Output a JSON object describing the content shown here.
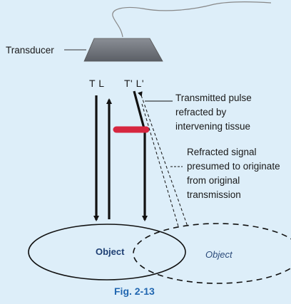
{
  "labels": {
    "transducer": "Transducer",
    "tl_left": "T L",
    "tl_right": "T' L'",
    "transmitted": [
      "Transmitted pulse",
      "refracted by",
      "intervening tissue"
    ],
    "refracted": [
      "Refracted signal",
      "presumed to originate",
      "from original",
      "transmission"
    ],
    "object_real": "Object",
    "object_ghost": "Object",
    "caption": "Fig. 2-13"
  },
  "colors": {
    "background": "#ddeef9",
    "transducer": "#6f737a",
    "refraction_bar": "#d6263f",
    "caption": "#2066b0",
    "object_label": "#1e3f73"
  }
}
